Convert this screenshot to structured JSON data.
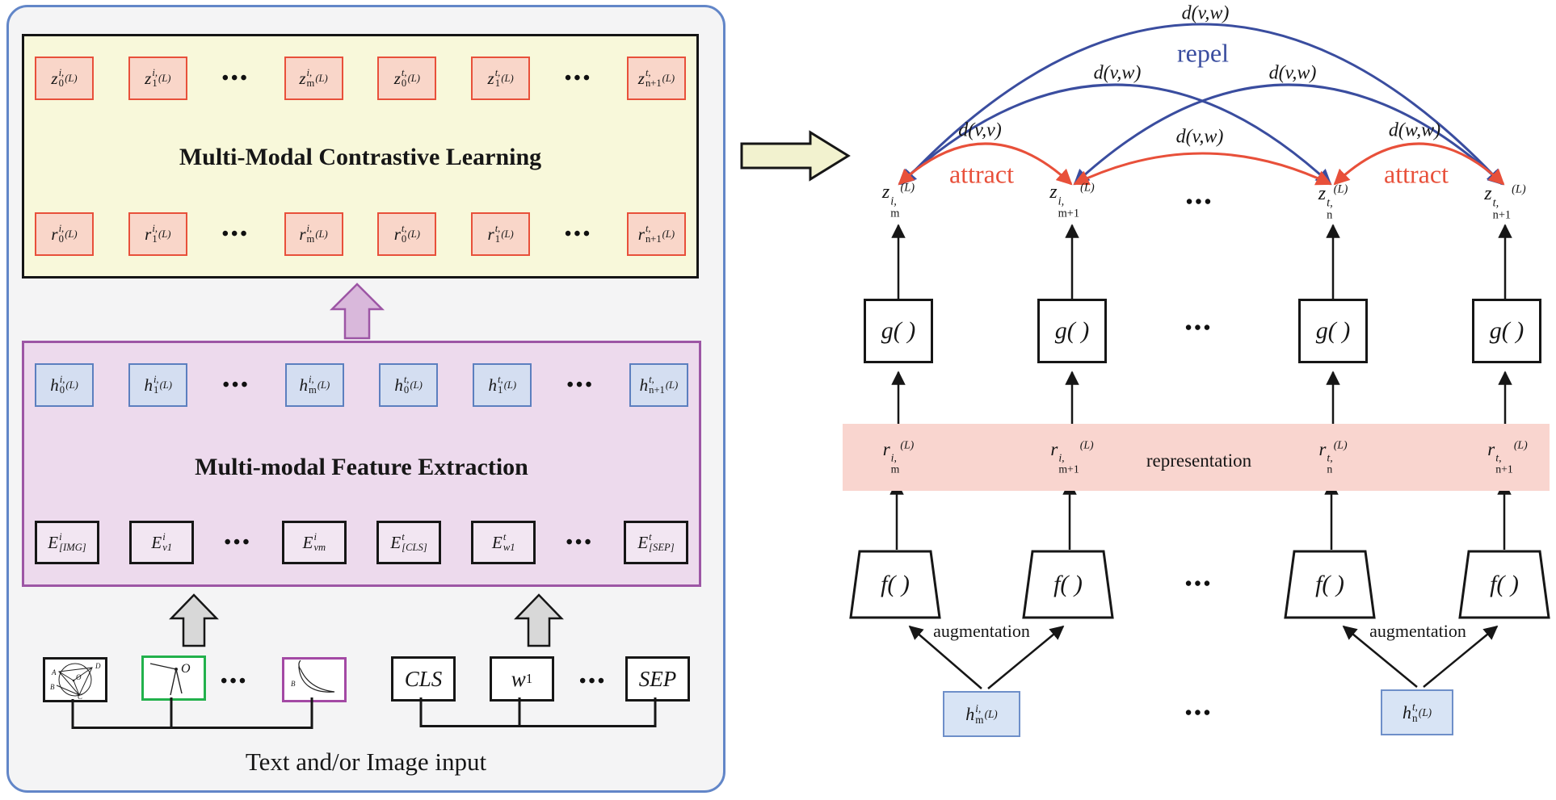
{
  "glyphs": {
    "ellipsis": "•••"
  },
  "colors": {
    "panel_border": "#6286c8",
    "yellow_fill": "#f8f8da",
    "token_fill": "#f9d6c9",
    "token_border": "#e8503a",
    "purple_fill": "#eddaed",
    "purple_border": "#9d56a5",
    "blue_box_fill": "#d4def1",
    "blue_box_border": "#5c7fbf",
    "repel_blue": "#3a4d9f",
    "attract_red": "#e8503a",
    "band_pink": "#f9d5cf",
    "arrow_yellow": "#f2f2cf",
    "arrow_gray": "#d8d8d8",
    "arrow_purple": "#d9b8db",
    "green_border": "#22b14c",
    "magenta_border": "#a349a4"
  },
  "left_panel": {
    "contrastive": {
      "title": "Multi-Modal Contrastive Learning",
      "z_row": [
        {
          "b": "z",
          "t": "i,",
          "u": "0",
          "s": "(L)"
        },
        {
          "b": "z",
          "t": "i,",
          "u": "1",
          "s": "(L)"
        },
        "dots",
        {
          "b": "z",
          "t": "i,",
          "u": "m",
          "s": "(L)"
        },
        {
          "b": "z",
          "t": "t,",
          "u": "0",
          "s": "(L)"
        },
        {
          "b": "z",
          "t": "t,",
          "u": "1",
          "s": "(L)"
        },
        "dots",
        {
          "b": "z",
          "t": "t,",
          "u": "n+1",
          "s": "(L)"
        }
      ],
      "r_row": [
        {
          "b": "r",
          "t": "i,",
          "u": "0",
          "s": "(L)"
        },
        {
          "b": "r",
          "t": "i,",
          "u": "1",
          "s": "(L)"
        },
        "dots",
        {
          "b": "r",
          "t": "i,",
          "u": "m",
          "s": "(L)"
        },
        {
          "b": "r",
          "t": "t,",
          "u": "0",
          "s": "(L)"
        },
        {
          "b": "r",
          "t": "t,",
          "u": "1",
          "s": "(L)"
        },
        "dots",
        {
          "b": "r",
          "t": "t,",
          "u": "n+1",
          "s": "(L)"
        }
      ]
    },
    "feature": {
      "title": "Multi-modal Feature Extraction",
      "h_row": [
        {
          "b": "h",
          "t": "i,",
          "u": "0",
          "s": "(L)"
        },
        {
          "b": "h",
          "t": "i,",
          "u": "1",
          "s": "(L)"
        },
        "dots",
        {
          "b": "h",
          "t": "i,",
          "u": "m",
          "s": "(L)"
        },
        {
          "b": "h",
          "t": "t,",
          "u": "0",
          "s": "(L)"
        },
        {
          "b": "h",
          "t": "t,",
          "u": "1",
          "s": "(L)"
        },
        "dots",
        {
          "b": "h",
          "t": "t,",
          "u": "n+1",
          "s": "(L)"
        }
      ],
      "e_row": [
        {
          "b": "E",
          "t": "i",
          "u": "[IMG]"
        },
        {
          "b": "E",
          "t": "i",
          "u": "v1"
        },
        "dots",
        {
          "b": "E",
          "t": "i",
          "u": "vm"
        },
        {
          "b": "E",
          "t": "t",
          "u": "[CLS]"
        },
        {
          "b": "E",
          "t": "t",
          "u": "w1"
        },
        "dots",
        {
          "b": "E",
          "t": "t",
          "u": "[SEP]"
        }
      ]
    },
    "image_inputs": {
      "geometry_points": [
        "A",
        "B",
        "C",
        "D",
        "O"
      ],
      "green_point_label": "O",
      "leaf_point_label": "B"
    },
    "text_inputs": [
      {
        "b": "CLS"
      },
      {
        "b": "w",
        "d": "1"
      },
      {
        "b": "SEP"
      }
    ],
    "caption": "Text and/or Image input"
  },
  "right_panel": {
    "labels": {
      "repel": "repel",
      "attract": "attract",
      "d_vw": "d(v,w)",
      "d_vv": "d(v,v)",
      "d_ww": "d(w,w)",
      "representation": "representation",
      "augmentation": "augmentation"
    },
    "g_label": "g( )",
    "f_label": "f( )",
    "z_labels": [
      {
        "b": "z",
        "t": "i,",
        "u": "m",
        "s": "(L)"
      },
      {
        "b": "z",
        "t": "i,",
        "u": "m+1",
        "s": "(L)"
      },
      {
        "b": "z",
        "t": "t,",
        "u": "n",
        "s": "(L)"
      },
      {
        "b": "z",
        "t": "t,",
        "u": "n+1",
        "s": "(L)"
      }
    ],
    "r_labels": [
      {
        "b": "r",
        "t": "i,",
        "u": "m",
        "s": "(L)"
      },
      {
        "b": "r",
        "t": "i,",
        "u": "m+1",
        "s": "(L)"
      },
      {
        "b": "r",
        "t": "t,",
        "u": "n",
        "s": "(L)"
      },
      {
        "b": "r",
        "t": "t,",
        "u": "n+1",
        "s": "(L)"
      }
    ],
    "h_labels": [
      {
        "b": "h",
        "t": "i,",
        "u": "m",
        "s": "(L)"
      },
      {
        "b": "h",
        "t": "t,",
        "u": "n",
        "s": "(L)"
      }
    ]
  }
}
